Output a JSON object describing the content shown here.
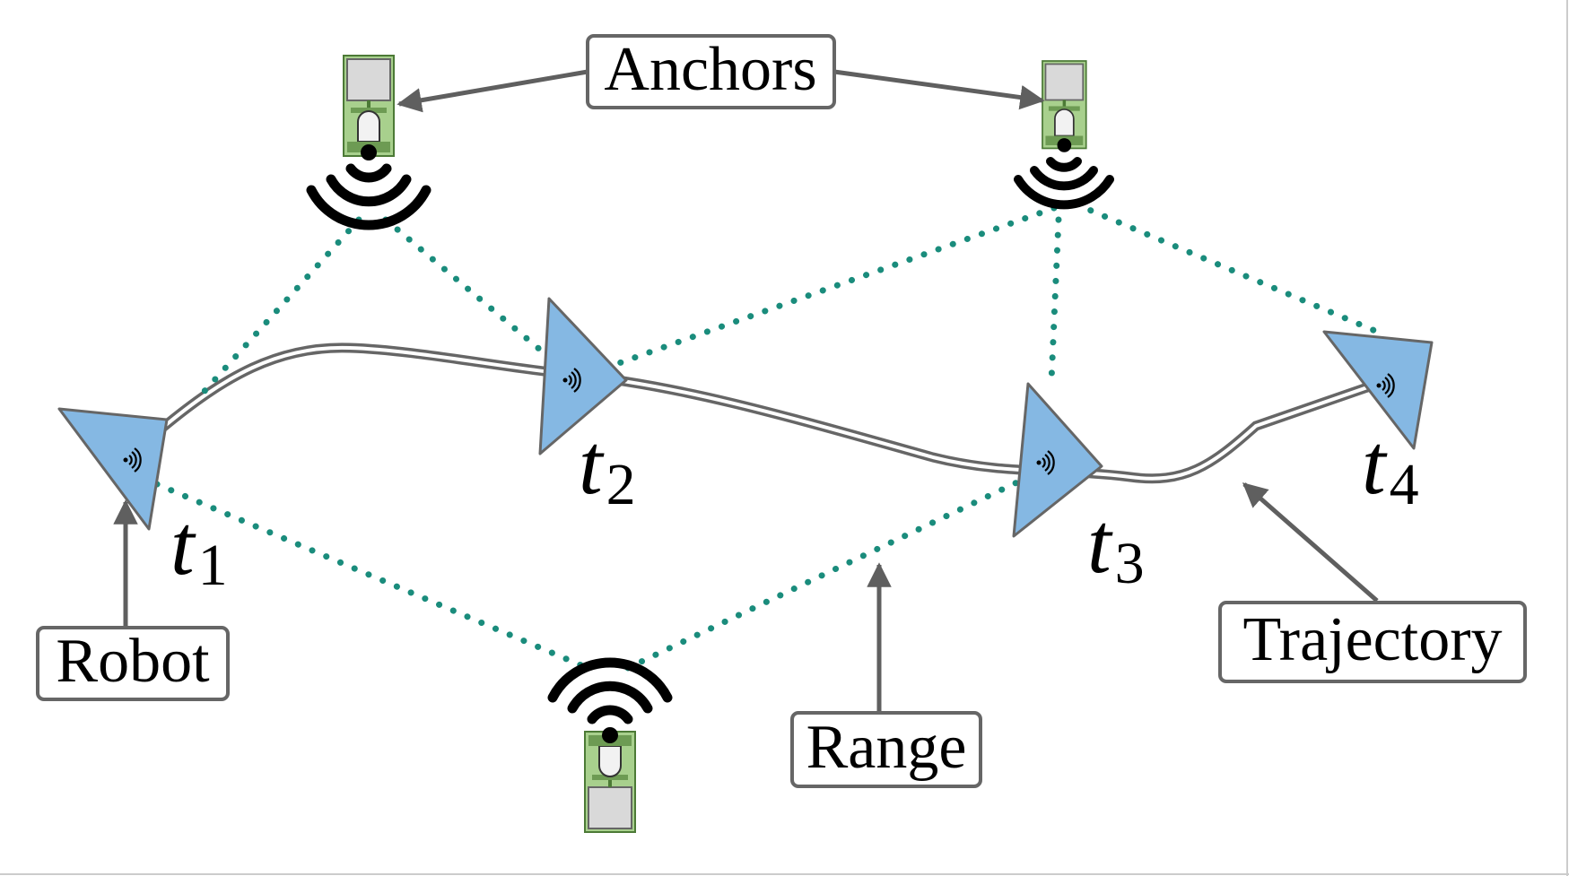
{
  "labels": {
    "anchors": "Anchors",
    "robot": "Robot",
    "range": "Range",
    "trajectory": "Trajectory"
  },
  "timesteps": [
    {
      "main": "t",
      "sub": "1"
    },
    {
      "main": "t",
      "sub": "2"
    },
    {
      "main": "t",
      "sub": "3"
    },
    {
      "main": "t",
      "sub": "4"
    }
  ],
  "colors": {
    "robot_fill": "#85b8e3",
    "robot_stroke": "#666666",
    "range_dots": "#1a8c7c",
    "trajectory": "#666666",
    "arrow": "#5f5f5f",
    "label_border": "#666666",
    "anchor_board": "#a8d08d",
    "anchor_board_dark": "#6d9b53",
    "anchor_chip": "#d9d9d9"
  },
  "icons": [
    "anchor-device-icon",
    "wifi-signal-icon",
    "robot-triangle-icon"
  ]
}
